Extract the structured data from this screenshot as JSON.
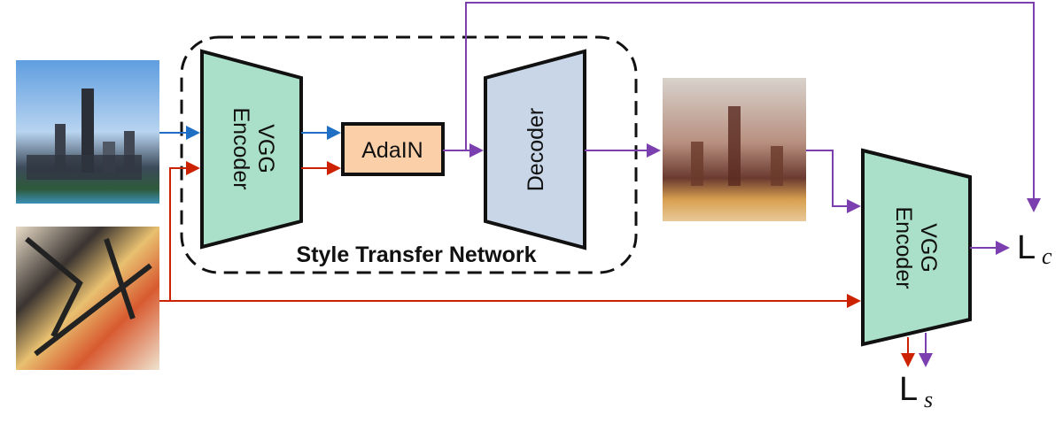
{
  "diagram": {
    "encoder_label_line1": "VGG",
    "encoder_label_line2": "Encoder",
    "adain_label": "AdaIN",
    "decoder_label": "Decoder",
    "network_label": "Style Transfer Network",
    "loss_content_main": "L",
    "loss_content_sub": "c",
    "loss_style_main": "L",
    "loss_style_sub": "s"
  },
  "colors": {
    "encoder_fill": "#aadfc9",
    "decoder_fill": "#c8d6e8",
    "adain_fill": "#fbcfa8",
    "content_arrow": "#1f6fc5",
    "style_arrow": "#cc2200",
    "output_arrow": "#7b3fb0"
  }
}
